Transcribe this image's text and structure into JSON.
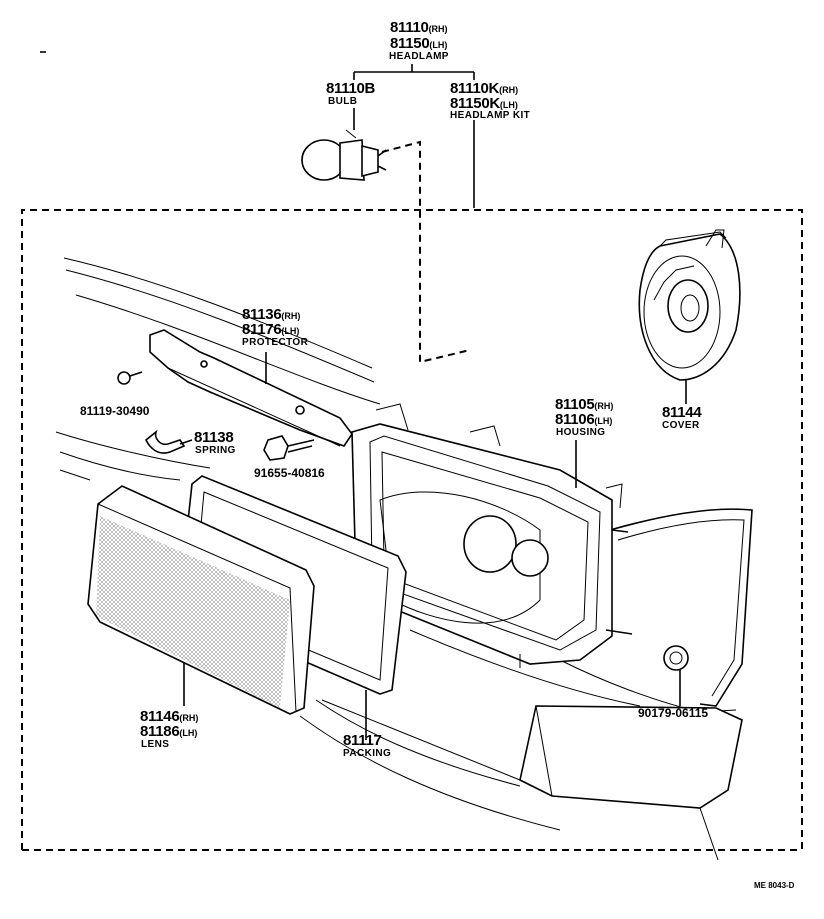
{
  "parts": {
    "headlamp": {
      "rh": "81110",
      "rh_side": "(RH)",
      "lh": "81150",
      "lh_side": "(LH)",
      "name": "HEADLAMP"
    },
    "bulb": {
      "number": "81110B",
      "name": "BULB"
    },
    "headlamp_kit": {
      "rh": "81110K",
      "rh_side": "(RH)",
      "lh": "81150K",
      "lh_side": "(LH)",
      "name": "HEADLAMP KIT"
    },
    "protector": {
      "rh": "81136",
      "rh_side": "(RH)",
      "lh": "81176",
      "lh_side": "(LH)",
      "name": "PROTECTOR"
    },
    "screw": {
      "number": "81119-30490"
    },
    "spring": {
      "number": "81138",
      "name": "SPRING"
    },
    "bolt": {
      "number": "91655-40816"
    },
    "housing": {
      "rh": "81105",
      "rh_side": "(RH)",
      "lh": "81106",
      "lh_side": "(LH)",
      "name": "HOUSING"
    },
    "cover": {
      "number": "81144",
      "name": "COVER"
    },
    "grommet": {
      "number": "90179-06115"
    },
    "lens": {
      "rh": "81146",
      "rh_side": "(RH)",
      "lh": "81186",
      "lh_side": "(LH)",
      "name": "LENS"
    },
    "packing": {
      "number": "81117",
      "name": "PACKING"
    }
  },
  "figure_code": "ME 8043-D"
}
